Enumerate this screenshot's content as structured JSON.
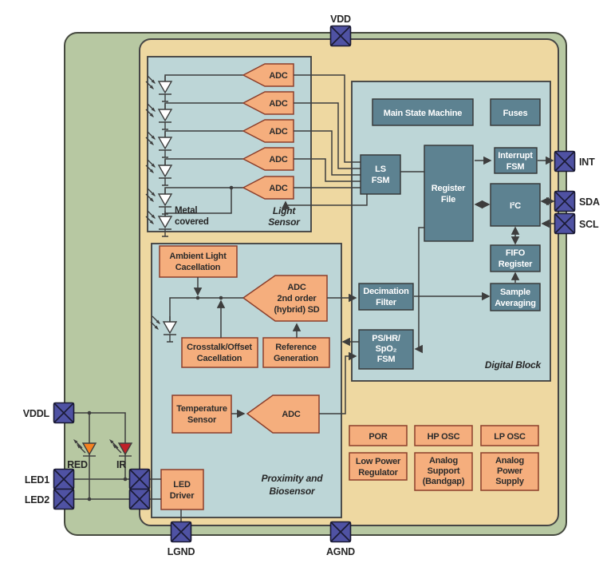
{
  "colors": {
    "board": "#b7c8a2",
    "chip": "#eed8a1",
    "block": "#bdd6d7",
    "slate_box": "#5d8291",
    "orange_box": "#f5ae7d",
    "orange_border": "#8c3f2b",
    "pin": "#4f52a3",
    "wire": "#3d3d3d",
    "led_red": "#f58220",
    "led_ir": "#c02128"
  },
  "pins": {
    "vdd": "VDD",
    "int": "INT",
    "sda": "SDA",
    "scl": "SCL",
    "vddl": "VDDL",
    "led1": "LED1",
    "led2": "LED2",
    "lgnd": "LGND",
    "agnd": "AGND"
  },
  "leds": {
    "red": "RED",
    "ir": "IR"
  },
  "light_sensor": {
    "label": [
      "Light",
      "Sensor"
    ],
    "adcs": [
      "ADC",
      "ADC",
      "ADC",
      "ADC",
      "ADC"
    ],
    "metal": [
      "Metal",
      "covered"
    ]
  },
  "digital": {
    "label": "Digital Block",
    "main_state_machine": "Main State Machine",
    "fuses": "Fuses",
    "ls_fsm": [
      "LS",
      "FSM"
    ],
    "register_file": [
      "Register",
      "File"
    ],
    "interrupt_fsm": [
      "Interrupt",
      "FSM"
    ],
    "i2c": "I²C",
    "fifo": [
      "FIFO",
      "Register"
    ],
    "sample_averaging": [
      "Sample",
      "Averaging"
    ],
    "decimation": [
      "Decimation",
      "Filter"
    ],
    "ps_fsm": [
      "PS/HR/",
      "SpO₂",
      "FSM"
    ]
  },
  "proximity": {
    "label": [
      "Proximity and",
      "Biosensor"
    ],
    "ambient": [
      "Ambient Light",
      "Cacellation"
    ],
    "adc_sd": [
      "ADC",
      "2nd order",
      "(hybrid) SD"
    ],
    "crosstalk": [
      "Crosstalk/Offset",
      "Cacellation"
    ],
    "reference": [
      "Reference",
      "Generation"
    ],
    "temp_sensor": [
      "Temperature",
      "Sensor"
    ],
    "adc": "ADC",
    "led_driver": [
      "LED",
      "Driver"
    ]
  },
  "power": {
    "por": "POR",
    "hp_osc": "HP OSC",
    "lp_osc": "LP OSC",
    "low_power_regulator": [
      "Low Power",
      "Regulator"
    ],
    "analog_support": [
      "Analog",
      "Support",
      "(Bandgap)"
    ],
    "analog_power": [
      "Analog",
      "Power",
      "Supply"
    ]
  }
}
